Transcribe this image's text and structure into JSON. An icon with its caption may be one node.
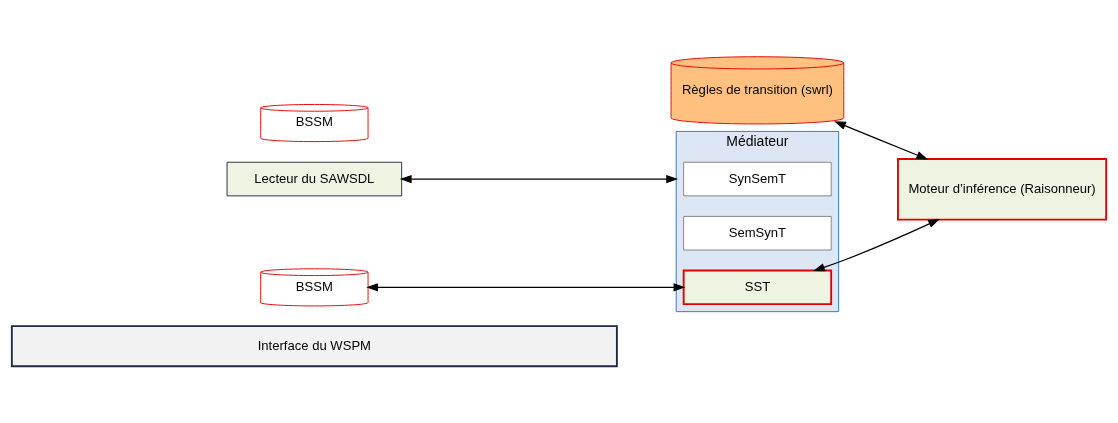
{
  "diagram": {
    "nodes": [
      {
        "text": [
          "Interface du WSPM"
        ]
      },
      {
        "text": [
          "Médiateur"
        ]
      },
      {
        "text": [
          "SynSemT"
        ],
        "in": 1
      },
      {
        "text": [
          "SemSynT"
        ],
        "in": 1
      },
      {
        "text": [
          "SST"
        ],
        "in": 1
      },
      {
        "text": [
          "Lecteur du SAWSDL"
        ]
      },
      {
        "text": [
          "BSSM"
        ]
      },
      {
        "text": [
          "BSSM"
        ]
      },
      {
        "text": [
          "Règles de transition (swrl)"
        ]
      },
      {
        "text": [
          "Moteur d’inférence (Raisonneur)"
        ]
      }
    ],
    "edges": [
      {
        "from": 5,
        "to": 1,
        "arrow": "both"
      },
      {
        "from": 7,
        "to": 4,
        "arrow": "both"
      },
      {
        "from": 4,
        "to": 9,
        "arrow": "both"
      },
      {
        "from": 8,
        "to": 9,
        "arrow": "both"
      }
    ]
  }
}
